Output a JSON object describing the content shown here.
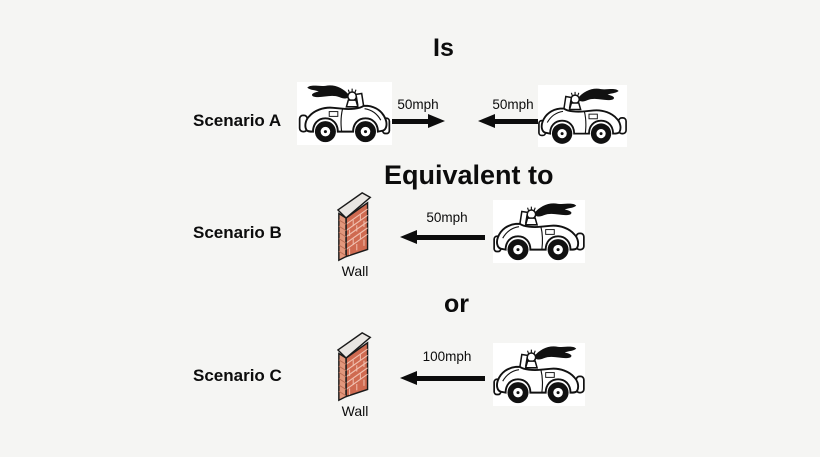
{
  "diagram": {
    "headings": {
      "top": "Is",
      "middle": "Equivalent to",
      "bottom": "or"
    },
    "scenario_a": {
      "label": "Scenario A",
      "left_car": {
        "icon": "car-facing-right",
        "arrow_direction": "right",
        "speed": "50mph"
      },
      "right_car": {
        "icon": "car-facing-left",
        "arrow_direction": "left",
        "speed": "50mph"
      }
    },
    "scenario_b": {
      "label": "Scenario B",
      "wall_label": "Wall",
      "car_icon": "car-facing-left",
      "arrow_direction": "left",
      "speed": "50mph"
    },
    "scenario_c": {
      "label": "Scenario C",
      "wall_label": "Wall",
      "car_icon": "car-facing-left",
      "arrow_direction": "left",
      "speed": "100mph"
    },
    "colors": {
      "background": "#f5f5f3",
      "card": "#ffffff",
      "ink": "#0c0c0c",
      "brick": "#cf6a50",
      "brick_mortar": "#f0bfae",
      "wall_side": "#e2977c",
      "wall_cap": "#e9e6e2"
    }
  }
}
